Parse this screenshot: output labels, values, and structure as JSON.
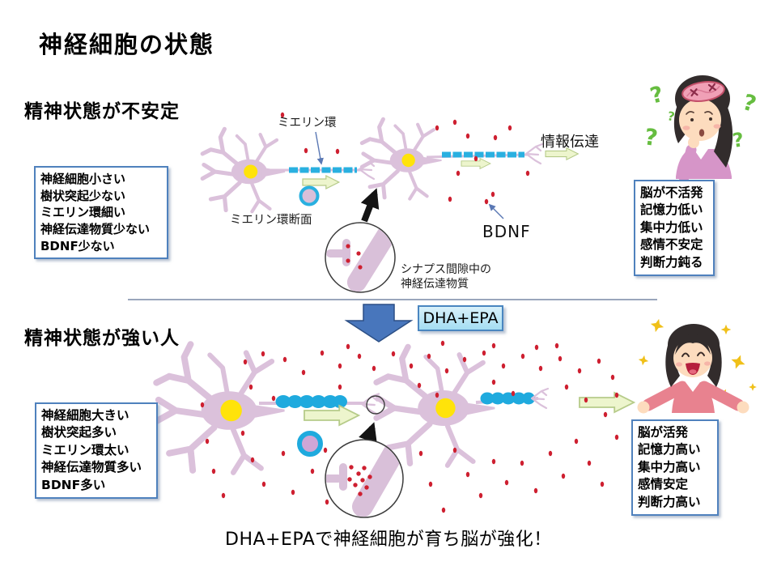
{
  "slide": {
    "title": "神経細胞の状態",
    "caption": "DHA+EPAで神経細胞が育ち脳が強化！",
    "dha_label": "DHA+EPA"
  },
  "sections": [
    {
      "heading": "精神状態が不安定",
      "left_box_lines": [
        "神経細胞小さい",
        "樹状突起少ない",
        "ミエリン環細い",
        "神経伝達物質少ない",
        "BDNF少ない"
      ],
      "right_box_lines": [
        "脳が不活発",
        "記憶力低い",
        "集中力低い",
        "感情不安定",
        "判断力鈍る"
      ],
      "labels": {
        "myelin_ring": "ミエリン環",
        "myelin_cross_section": "ミエリン環断面",
        "info_transmission": "情報伝達",
        "bdnf": "BDNF",
        "synapse_line1": "シナプス間隙中の",
        "synapse_line2": "神経伝達物質"
      }
    },
    {
      "heading": "精神状態が強い人",
      "left_box_lines": [
        "神経細胞大きい",
        "樹状突起多い",
        "ミエリン環太い",
        "神経伝達物質多い",
        "BDNF多い"
      ],
      "right_box_lines": [
        "脳が活発",
        "記憶力高い",
        "集中力高い",
        "感情安定",
        "判断力高い"
      ]
    }
  ],
  "colors": {
    "box_border": "#4f81bd",
    "myelin_cyan": "#29b0e0",
    "neuron_pink": "#dbc1db",
    "nucleus_yellow": "#ffe30a",
    "bdnf_red": "#ce1f30",
    "green_arrow_fill": "#edf5cd",
    "dha_arrow_blue": "#4876bc",
    "question_mark_green": "#66bd40",
    "sparkle_yellow": "#f0c019"
  }
}
